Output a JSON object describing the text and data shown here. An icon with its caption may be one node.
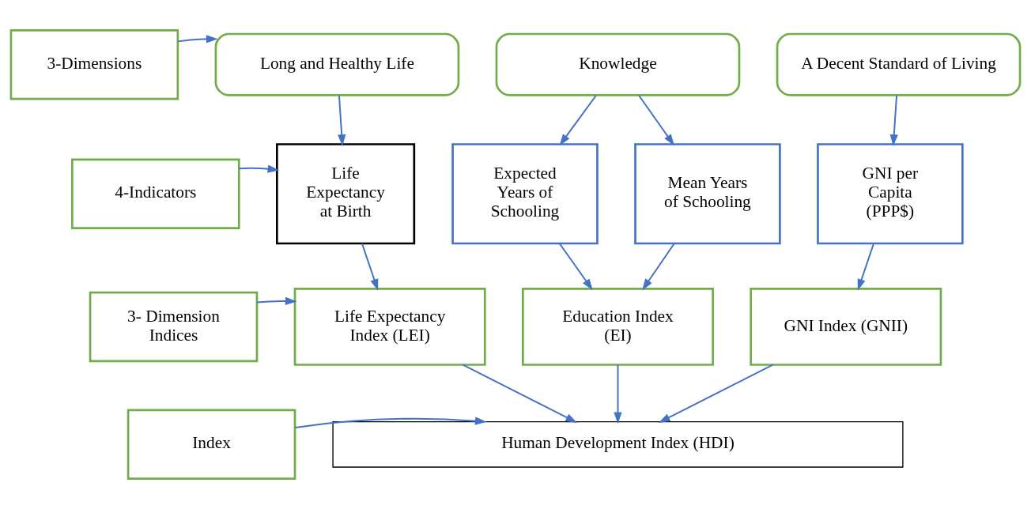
{
  "diagram": {
    "nodes": [
      {
        "text": [
          "3-Dimensions"
        ]
      },
      {
        "text": [
          "Long and Healthy Life"
        ]
      },
      {
        "text": [
          "Knowledge"
        ]
      },
      {
        "text": [
          "A Decent Standard of Living"
        ]
      },
      {
        "text": [
          "4-Indicators"
        ]
      },
      {
        "text": [
          "Life Expectancy at Birth"
        ]
      },
      {
        "text": [
          "Expected Years of Schooling"
        ]
      },
      {
        "text": [
          "Mean Years of Schooling"
        ]
      },
      {
        "text": [
          "GNI per Capita (PPP$)"
        ]
      },
      {
        "text": [
          "3- Dimension Indices"
        ]
      },
      {
        "text": [
          "Life Expectancy Index (LEI)"
        ]
      },
      {
        "text": [
          "Education Index (EI)"
        ]
      },
      {
        "text": [
          "GNI Index (GNII)"
        ]
      },
      {
        "text": [
          "Index"
        ]
      },
      {
        "text": [
          "Human Development Index (HDI)"
        ]
      }
    ],
    "edges": [
      {
        "from": 0,
        "to": 1,
        "arrow": "to"
      },
      {
        "from": 1,
        "to": 5,
        "arrow": "to"
      },
      {
        "from": 2,
        "to": 6,
        "arrow": "to"
      },
      {
        "from": 2,
        "to": 7,
        "arrow": "to"
      },
      {
        "from": 3,
        "to": 8,
        "arrow": "to"
      },
      {
        "from": 4,
        "to": 5,
        "arrow": "to"
      },
      {
        "from": 5,
        "to": 10,
        "arrow": "to"
      },
      {
        "from": 6,
        "to": 11,
        "arrow": "to"
      },
      {
        "from": 7,
        "to": 11,
        "arrow": "to"
      },
      {
        "from": 8,
        "to": 12,
        "arrow": "to"
      },
      {
        "from": 9,
        "to": 10,
        "arrow": "to"
      },
      {
        "from": 10,
        "to": 14,
        "arrow": "to"
      },
      {
        "from": 11,
        "to": 14,
        "arrow": "to"
      },
      {
        "from": 12,
        "to": 14,
        "arrow": "to"
      },
      {
        "from": 13,
        "to": 14,
        "arrow": "to"
      }
    ]
  }
}
